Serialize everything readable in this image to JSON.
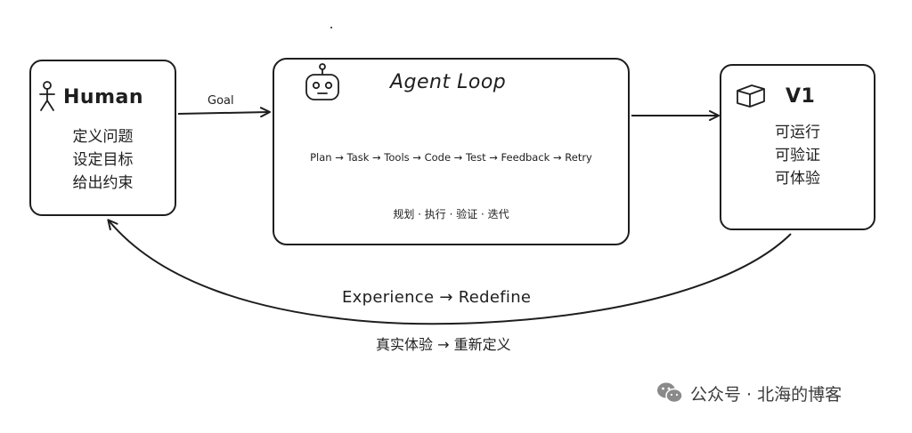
{
  "human": {
    "title": "Human",
    "lines": [
      "定义问题",
      "设定目标",
      "给出约束"
    ]
  },
  "agent": {
    "title": "Agent Loop",
    "flow": "Plan → Task → Tools → Code → Test → Feedback → Retry",
    "subtitle": "规划 · 执行 · 验证 · 迭代"
  },
  "v1": {
    "title": "V1",
    "lines": [
      "可运行",
      "可验证",
      "可体验"
    ]
  },
  "arrows": {
    "goal": "Goal",
    "loop_en": "Experience → Redefine",
    "loop_zh": "真实体验 → 重新定义"
  },
  "watermark": {
    "text": "公众号 · 北海的博客"
  },
  "icons": {
    "human": "stick-figure-icon",
    "agent": "robot-icon",
    "v1": "cube-icon",
    "watermark": "wechat-icon"
  },
  "colors": {
    "stroke": "#1e1e1e",
    "background": "#ffffff",
    "watermark": "#3c3c3c"
  }
}
